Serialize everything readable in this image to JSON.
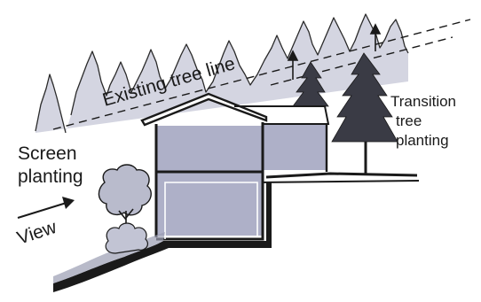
{
  "labels": {
    "existing_tree_line": "Existing tree line",
    "screen_planting": [
      "Screen",
      "planting"
    ],
    "transition_tree_planting": [
      "Transition",
      "tree",
      "planting"
    ],
    "view": "View"
  },
  "colors": {
    "ink": "#1a1a1a",
    "building_fill": "#aeb0c8",
    "tree_shadow": "#c8cad8",
    "conifer": "#3a3b45",
    "ground_shade": "#9a9cb2"
  }
}
